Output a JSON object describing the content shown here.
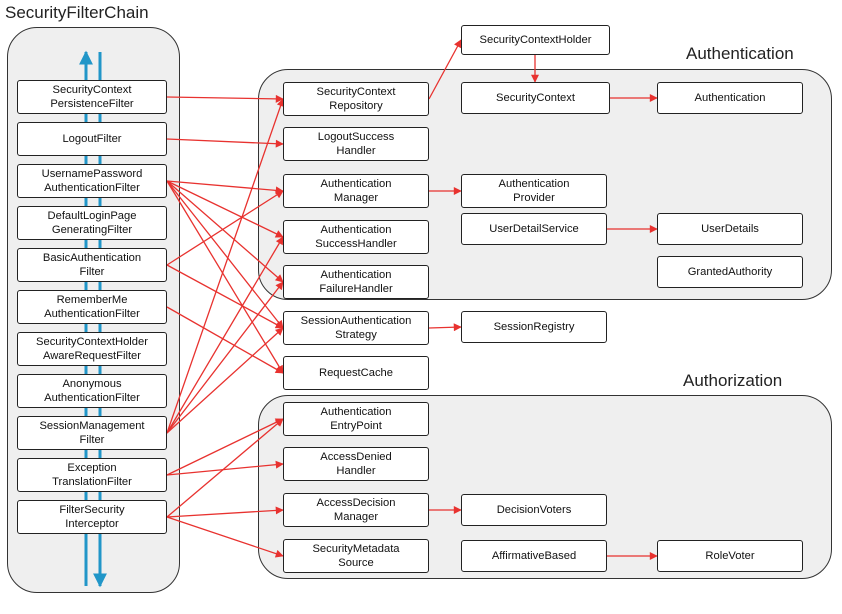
{
  "titles": {
    "chain": "SecurityFilterChain",
    "authentication": "Authentication",
    "authorization": "Authorization"
  },
  "filters": [
    "SecurityContext\nPersistenceFilter",
    "LogoutFilter",
    "UsernamePassword\nAuthenticationFilter",
    "DefaultLoginPage\nGeneratingFilter",
    "BasicAuthentication\nFilter",
    "RememberMe\nAuthenticationFilter",
    "SecurityContextHolder\nAwareRequestFilter",
    "Anonymous\nAuthenticationFilter",
    "SessionManagement\nFilter",
    "Exception\nTranslationFilter",
    "FilterSecurity\nInterceptor"
  ],
  "components": {
    "security_context_holder": "SecurityContextHolder",
    "security_context_repository": "SecurityContext\nRepository",
    "security_context": "SecurityContext",
    "authentication": "Authentication",
    "logout_success_handler": "LogoutSuccess\nHandler",
    "authentication_manager": "Authentication\nManager",
    "authentication_provider": "Authentication\nProvider",
    "authentication_success_handler": "Authentication\nSuccessHandler",
    "user_detail_service": "UserDetailService",
    "user_details": "UserDetails",
    "authentication_failure_handler": "Authentication\nFailureHandler",
    "granted_authority": "GrantedAuthority",
    "session_authentication_strategy": "SessionAuthentication\nStrategy",
    "session_registry": "SessionRegistry",
    "request_cache": "RequestCache",
    "authentication_entry_point": "Authentication\nEntryPoint",
    "access_denied_handler": "AccessDenied\nHandler",
    "access_decision_manager": "AccessDecision\nManager",
    "decision_voters": "DecisionVoters",
    "security_metadata_source": "SecurityMetadata\nSource",
    "affirmative_based": "AffirmativeBased",
    "role_voter": "RoleVoter"
  },
  "colors": {
    "arrow": "#e8322f",
    "chain_arrow": "#2196c8",
    "group_fill": "#efefef",
    "border": "#222222"
  }
}
